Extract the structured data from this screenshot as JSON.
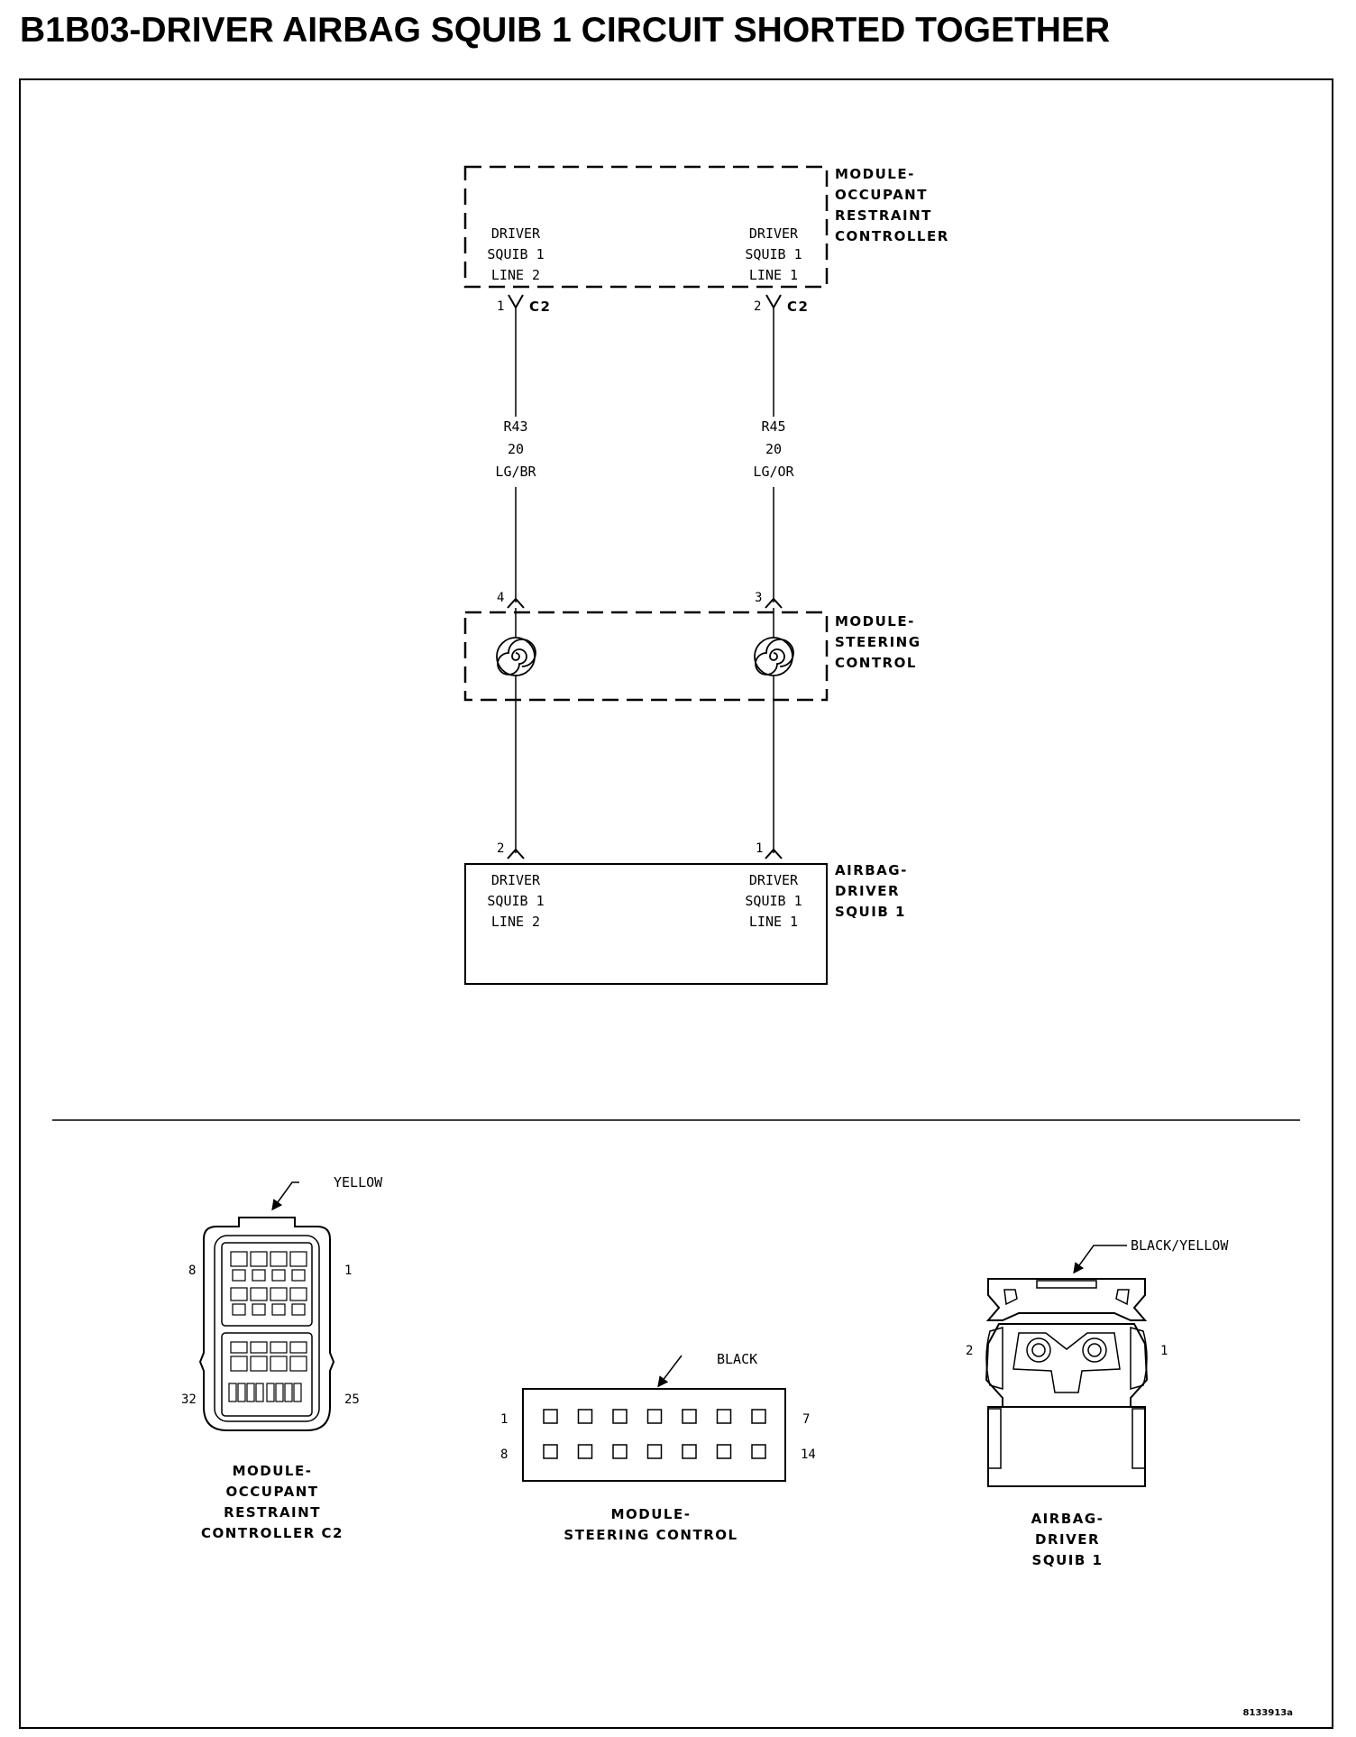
{
  "title": "B1B03-DRIVER AIRBAG SQUIB 1 CIRCUIT SHORTED TOGETHER",
  "occupant_controller": {
    "name": [
      "MODULE-",
      "OCCUPANT",
      "RESTRAINT",
      "CONTROLLER"
    ],
    "left_pin_label": [
      "DRIVER",
      "SQUIB 1",
      "LINE 2"
    ],
    "right_pin_label": [
      "DRIVER",
      "SQUIB 1",
      "LINE 1"
    ],
    "left_pin": "1",
    "right_pin": "2",
    "connector": "C2"
  },
  "wires": {
    "left": [
      "R43",
      "20",
      "LG/BR"
    ],
    "right": [
      "R45",
      "20",
      "LG/OR"
    ]
  },
  "steering_control": {
    "name": [
      "MODULE-",
      "STEERING",
      "CONTROL"
    ],
    "left_pin": "4",
    "right_pin": "3"
  },
  "airbag_squib": {
    "name": [
      "AIRBAG-",
      "DRIVER",
      "SQUIB 1"
    ],
    "left_pin_label": [
      "DRIVER",
      "SQUIB 1",
      "LINE 2"
    ],
    "right_pin_label": [
      "DRIVER",
      "SQUIB 1",
      "LINE 1"
    ],
    "left_pin": "2",
    "right_pin": "1"
  },
  "connector_views": {
    "orc_c2": {
      "color": "YELLOW",
      "pins": {
        "top_left": "8",
        "top_right": "1",
        "bottom_left": "32",
        "bottom_right": "25"
      },
      "caption": [
        "MODULE-",
        "OCCUPANT",
        "RESTRAINT",
        "CONTROLLER C2"
      ]
    },
    "steering": {
      "color": "BLACK",
      "pins": {
        "row1_left": "1",
        "row1_right": "7",
        "row2_left": "8",
        "row2_right": "14"
      },
      "caption": [
        "MODULE-",
        "STEERING CONTROL"
      ]
    },
    "squib": {
      "color": "BLACK/YELLOW",
      "pins": {
        "left": "2",
        "right": "1"
      },
      "caption": [
        "AIRBAG-",
        "DRIVER",
        "SQUIB 1"
      ]
    }
  },
  "figure_code": "8133913a"
}
